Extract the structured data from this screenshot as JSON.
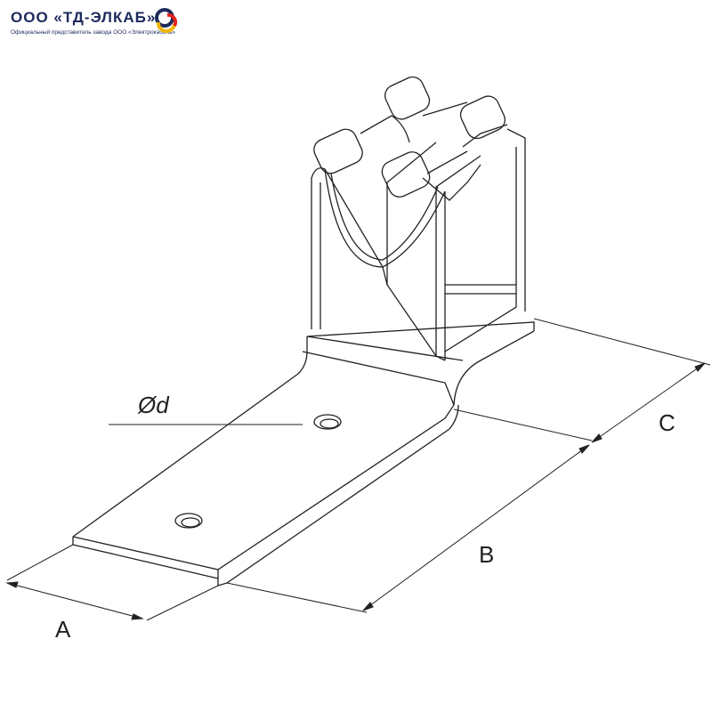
{
  "header": {
    "company": "ООО «ТД-ЭЛКАБ»",
    "subtitle": "Официальный представитель завода ООО «Электрокабель»",
    "logo_colors": [
      "#1c2a5c",
      "#f2b705",
      "#e2231a"
    ]
  },
  "drawing": {
    "dimension_A": "A",
    "dimension_B": "B",
    "dimension_C": "C",
    "hole_diameter": "Ød"
  }
}
